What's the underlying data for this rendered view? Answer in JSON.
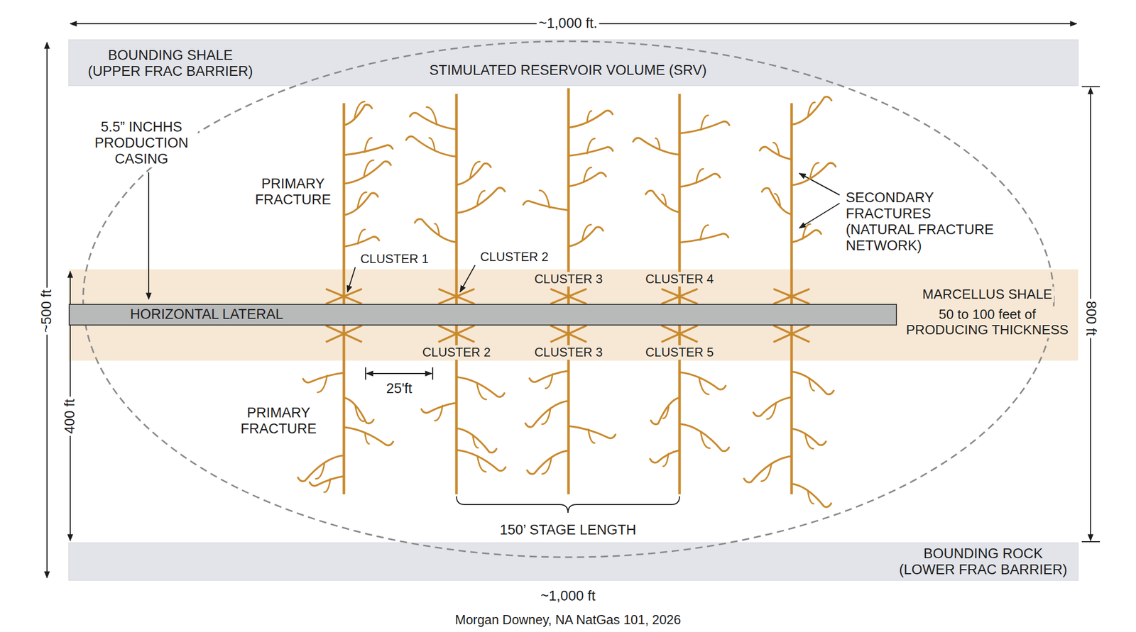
{
  "diagram": {
    "caption": "Morgan Downey, NA NatGas 101, 2026",
    "nodes": [
      {
        "text": [
          "BOUNDING SHALE (UPPER FRAC BARRIER)"
        ]
      },
      {
        "text": [
          "MARCELLUS SHALE",
          "50 to 100 feet of PRODUCING THICKNESS"
        ]
      },
      {
        "text": [
          "HORIZONTAL LATERAL"
        ],
        "in": 1
      },
      {
        "text": [
          "BOUNDING ROCK (LOWER FRAC BARRIER)"
        ]
      }
    ],
    "labels": [
      "~1,000 ft.",
      "STIMULATED RESERVOIR VOLUME (SRV)",
      "5.5” INCHHS PRODUCTION CASING",
      "PRIMARY FRACTURE",
      "SECONDARY FRACTURES (NATURAL FRACTURE NETWORK)",
      "~500 ft",
      "800 ft",
      "CLUSTER 1",
      "CLUSTER 2",
      "CLUSTER 3",
      "CLUSTER 4",
      "CLUSTER 2",
      "CLUSTER 3",
      "CLUSTER 5",
      "400 ft",
      "25'ft",
      "PRIMARY FRACTURE",
      "150’ STAGE LENGTH",
      "~1,000 ft"
    ]
  }
}
